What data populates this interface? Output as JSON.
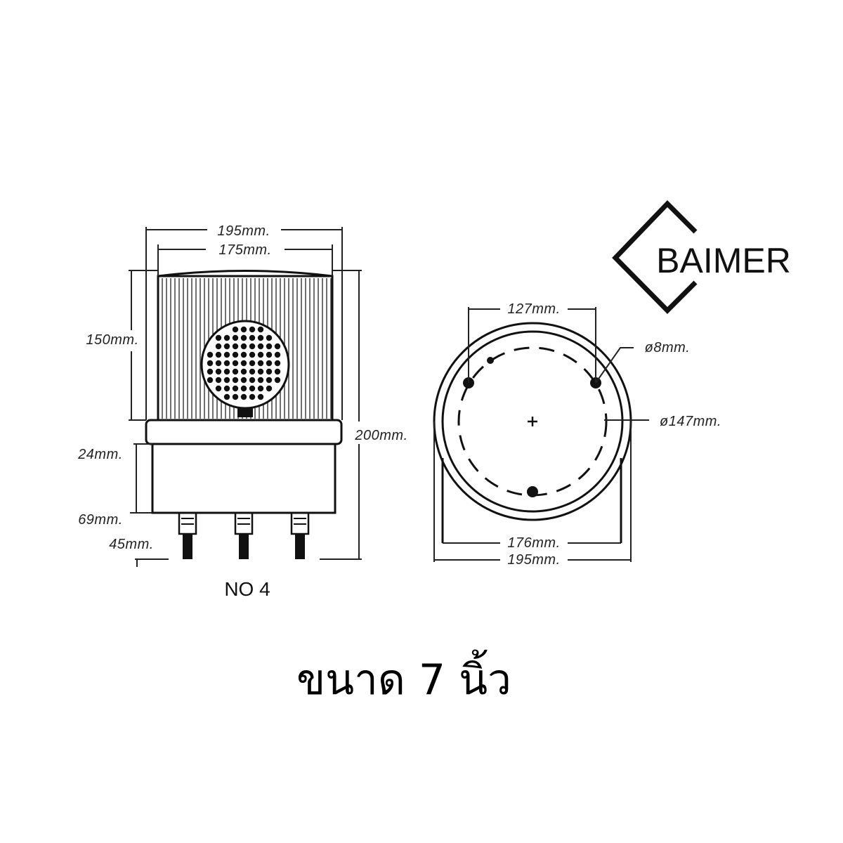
{
  "brand": {
    "name": "BAIMER"
  },
  "side_view": {
    "model_label": "NO 4",
    "dims": {
      "overall_width": "195mm.",
      "dome_width": "175mm.",
      "dome_height": "150mm.",
      "total_height": "200mm.",
      "base_lip": "24mm.",
      "base_height": "69mm.",
      "cable_length": "45mm."
    }
  },
  "top_view": {
    "dims": {
      "hole_spacing": "127mm.",
      "hole_diameter": "ø8mm.",
      "bolt_circle": "ø147mm.",
      "inner_width": "176mm.",
      "outer_width": "195mm."
    }
  },
  "caption": "ขนาด 7 นิ้ว"
}
